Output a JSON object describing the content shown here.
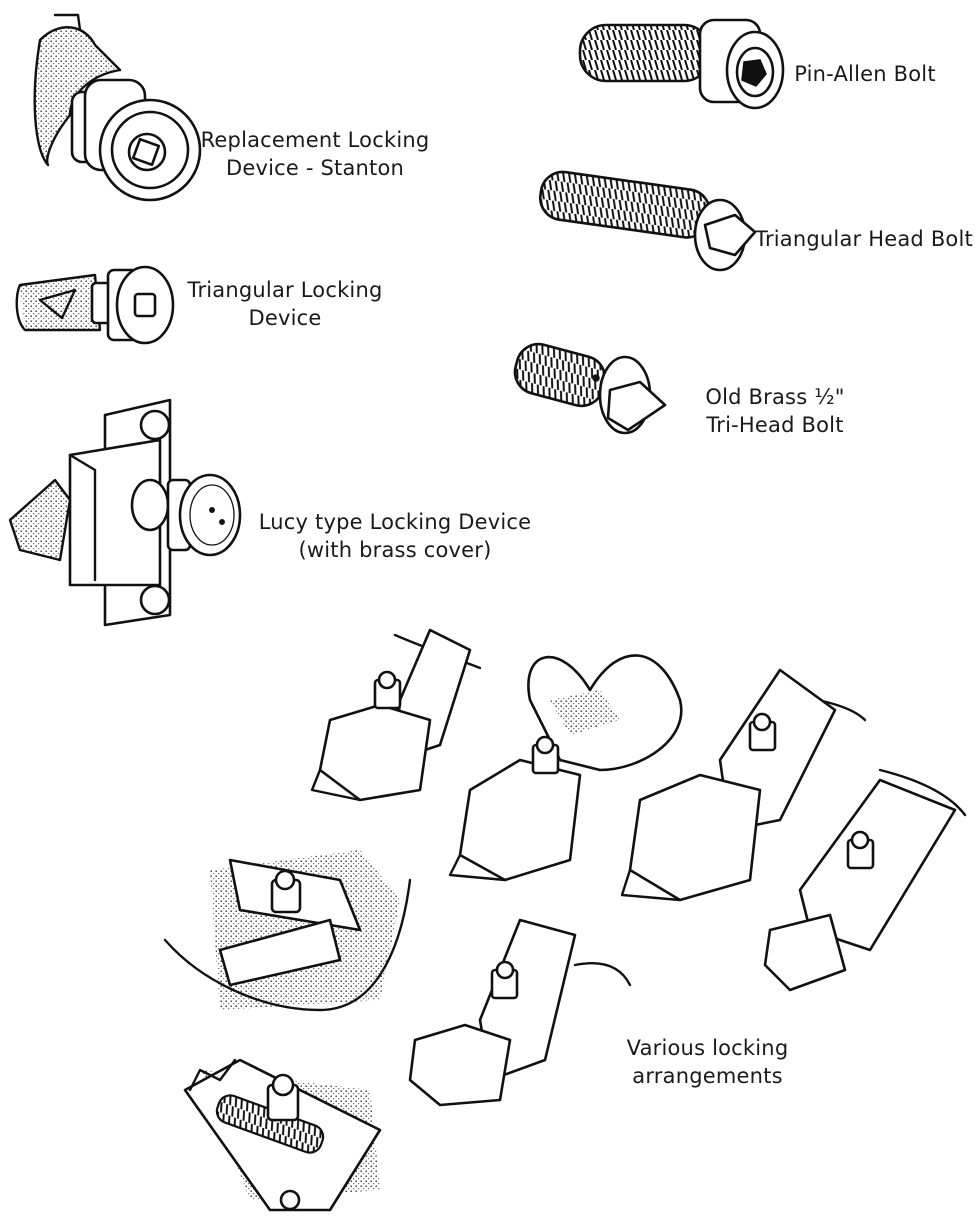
{
  "labels": {
    "stanton": [
      "Replacement Locking",
      "Device - Stanton"
    ],
    "triangular_device": [
      "Triangular Locking",
      "Device"
    ],
    "lucy": [
      "Lucy type Locking Device",
      "(with brass cover)"
    ],
    "pin_allen": "Pin-Allen Bolt",
    "triangular_bolt": "Triangular Head Bolt",
    "old_brass": [
      "Old Brass  ½\"",
      "Tri-Head Bolt"
    ],
    "various": [
      "Various locking",
      "arrangements"
    ]
  }
}
